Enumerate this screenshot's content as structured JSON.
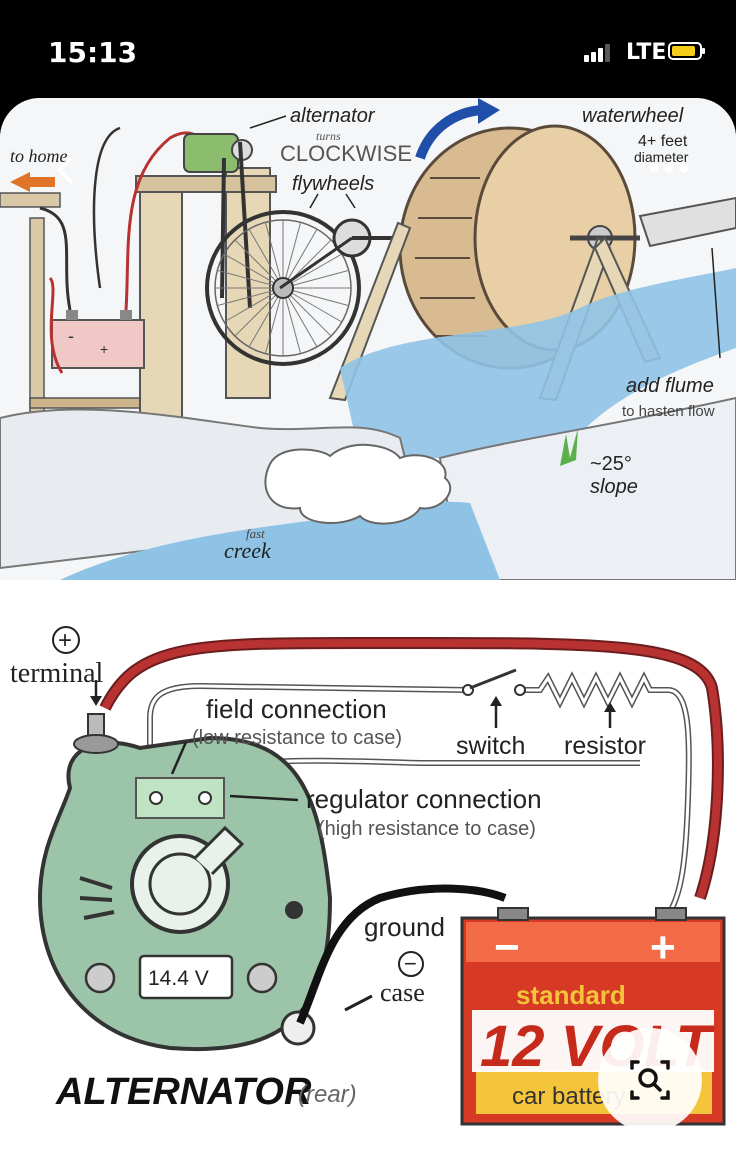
{
  "status_bar": {
    "time": "15:13",
    "network": "LTE",
    "signal_bars": 3,
    "battery_level": 0.9
  },
  "image": {
    "top": {
      "to_home": "to home",
      "alternator": "alternator",
      "turns": "turns",
      "clockwise": "CLOCKWISE",
      "flywheels": "flywheels",
      "waterwheel": "waterwheel",
      "diameter_size": "4+ feet",
      "diameter_label": "diameter",
      "add_flume": "add flume",
      "hasten": "to hasten flow",
      "slope_angle": "~25°",
      "slope_label": "slope",
      "fast": "fast",
      "creek": "creek",
      "battery_minus": "-",
      "battery_plus": "+"
    },
    "bottom": {
      "plus_symbol": "+",
      "terminal": "terminal",
      "field_connection": "field connection",
      "field_note": "(low resistance to case)",
      "switch": "switch",
      "resistor": "resistor",
      "regulator_connection": "regulator connection",
      "regulator_note": "(high resistance to case)",
      "ground": "ground",
      "minus_symbol": "−",
      "case": "case",
      "voltage": "14.4 V",
      "alternator_title": "ALTERNATOR",
      "rear": "(rear)",
      "batt_minus": "−",
      "batt_plus": "+",
      "standard": "standard",
      "twelve_volt": "12 VOLT",
      "car_battery": "car battery"
    }
  },
  "overlay": {
    "back_icon": "chevron-left-icon",
    "more_icon": "more-dots-icon",
    "lens_icon": "visual-search-icon"
  },
  "colors": {
    "wire_red": "#b83232",
    "alt_green": "#9cc4a8",
    "water": "#8fc3e6",
    "battery_red": "#d63a24",
    "arrow_blue": "#1f4fa8",
    "orange": "#e07428"
  }
}
